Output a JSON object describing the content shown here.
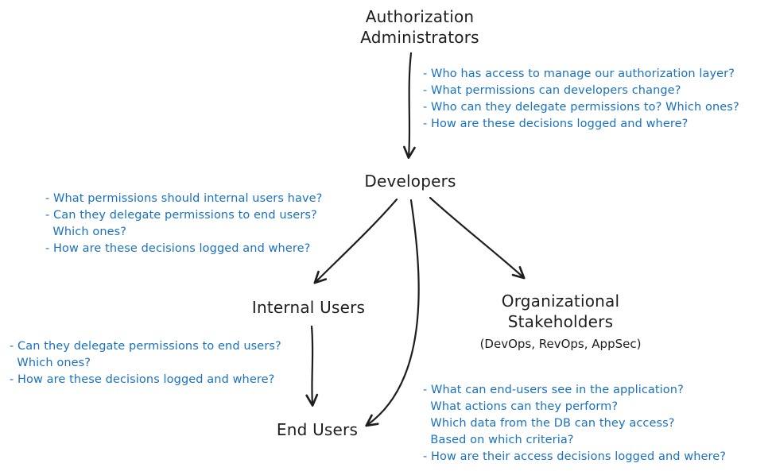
{
  "diagram": {
    "title": "Authorization roles and audit questions flow",
    "colors": {
      "node_text": "#1e1e1e",
      "annotation_text": "#1971c2",
      "arrow": "#1e1e1e",
      "background": "#ffffff"
    },
    "nodes": {
      "authorization_administrators": {
        "label": "Authorization\nAdministrators"
      },
      "developers": {
        "label": "Developers"
      },
      "internal_users": {
        "label": "Internal Users"
      },
      "organizational_stakeholders": {
        "label": "Organizational\nStakeholders",
        "sublabel": "(DevOps, RevOps, AppSec)"
      },
      "end_users": {
        "label": "End Users"
      }
    },
    "annotations": {
      "admin_to_developers": {
        "lines": [
          "- Who has access to manage our authorization layer?",
          "- What permissions can developers change?",
          "- Who can they delegate permissions to? Which ones?",
          "- How are these decisions logged and where?"
        ]
      },
      "developers_to_internal_users": {
        "lines": [
          "- What permissions should internal users have?",
          "- Can they delegate permissions to end users?",
          "  Which ones?",
          "- How are these decisions logged and where?"
        ]
      },
      "internal_users_to_end_users": {
        "lines": [
          "- Can they delegate permissions to end users?",
          "  Which ones?",
          "- How are these decisions logged and where?"
        ]
      },
      "end_users_questions": {
        "lines": [
          "- What can end-users see in the application?",
          "  What actions can they perform?",
          "  Which data from the DB can they access?",
          "  Based on which criteria?",
          "- How are their access decisions logged and where?"
        ]
      }
    }
  }
}
